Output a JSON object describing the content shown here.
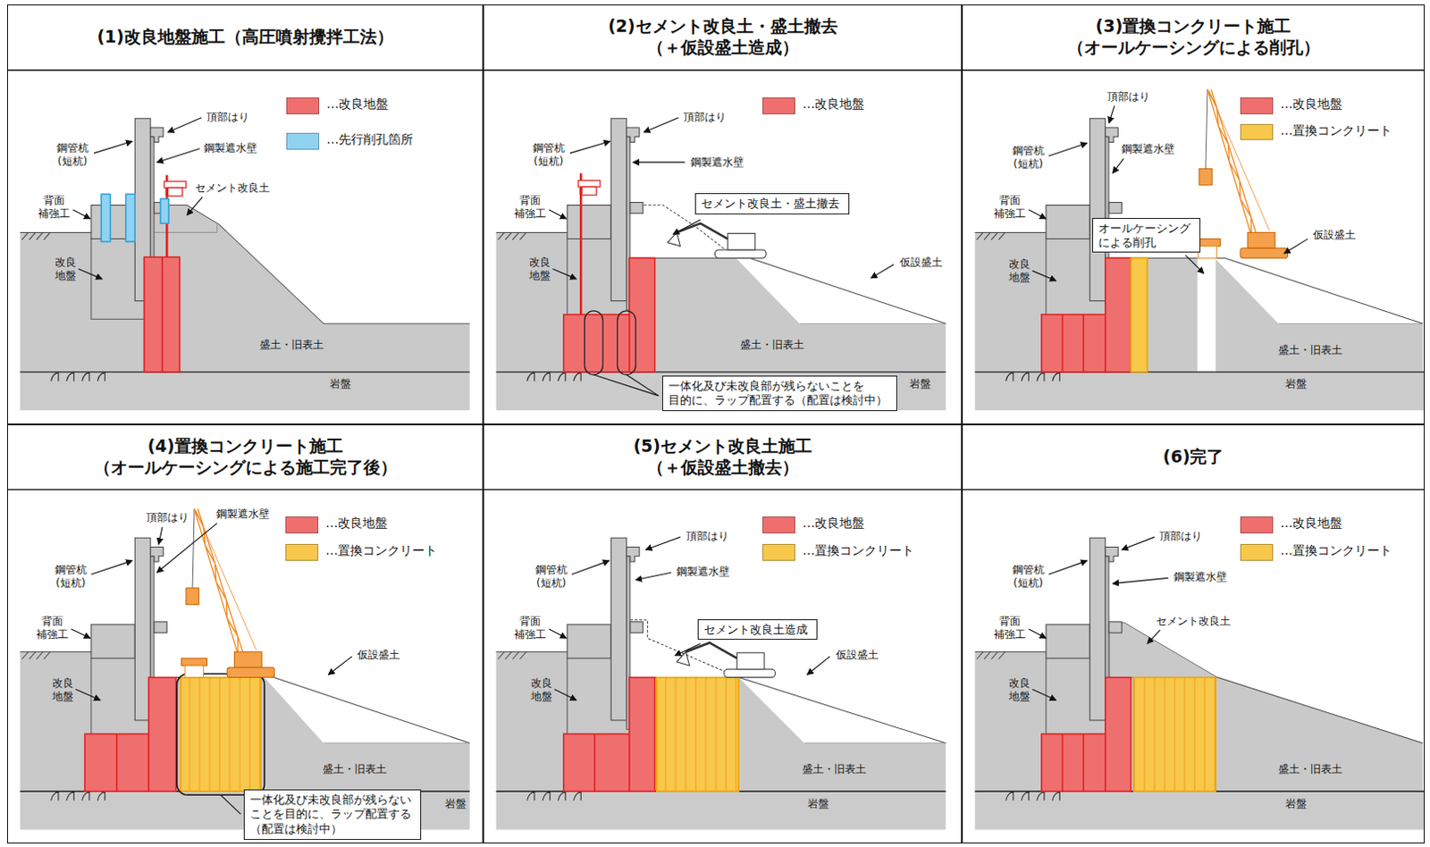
{
  "diagram": {
    "nodes": [
      {
        "text": [
          "(1)改良地盤施工（高圧噴射攪拌工法）"
        ]
      },
      {
        "text": [
          "(2)セメント改良土・盛土撤去 （＋仮設盛土造成）"
        ]
      },
      {
        "text": [
          "セメント改良土・盛土撤去"
        ],
        "in": 1
      },
      {
        "text": [
          "一体化及び未改良部が残らないことを 目的に、ラップ配置する（配置は検討中）"
        ],
        "in": 1
      },
      {
        "text": [
          "(3)置換コンクリート施工 （オールケーシングによる削孔）"
        ]
      },
      {
        "text": [
          "オールケーシング による削孔"
        ],
        "in": 4
      },
      {
        "text": [
          "(4)置換コンクリート施工 （オールケーシングによる施工完了後）"
        ]
      },
      {
        "text": [
          "一体化及び未改良部が残らない ことを目的に、ラップ配置する （配置は検討中）"
        ],
        "in": 6
      },
      {
        "text": [
          "(5)セメント改良土施工 （＋仮設盛土撤去）"
        ]
      },
      {
        "text": [
          "セメント改良土造成"
        ],
        "in": 8
      },
      {
        "text": [
          "(6)完了"
        ]
      }
    ],
    "labels": [
      "頂部はり",
      "鋼製遮水壁",
      "鋼管杭 (短杭)",
      "セメント改良土",
      "背面 補強工",
      "改良 地盤",
      "盛土・旧表土",
      "岩盤",
      "頂部はり",
      "鋼管杭 (短杭)",
      "鋼製遮水壁",
      "背面 補強工",
      "改良 地盤",
      "仮設盛土",
      "盛土・旧表土",
      "岩盤",
      "頂部はり",
      "鋼管杭 (短杭)",
      "鋼製遮水壁",
      "背面 補強工",
      "改良 地盤",
      "仮設盛土",
      "盛土・旧表土",
      "岩盤",
      "頂部はり",
      "鋼製遮水壁",
      "鋼管杭 (短杭)",
      "背面 補強工",
      "改良 地盤",
      "仮設盛土",
      "盛土・旧表土",
      "岩盤",
      "頂部はり",
      "鋼管杭 (短杭)",
      "鋼製遮水壁",
      "背面 補強工",
      "改良 地盤",
      "仮設盛土",
      "盛土・旧表土",
      "岩盤",
      "頂部はり",
      "鋼管杭 (短杭)",
      "鋼製遮水壁",
      "セメント改良土",
      "背面 補強工",
      "改良 地盤",
      "盛土・旧表土",
      "岩盤"
    ],
    "legend": [
      {
        "text": "…改良地盤",
        "color": "#ef6f6f"
      },
      {
        "text": "…先行削孔箇所",
        "color": "#8fd3f0"
      },
      {
        "text": "…改良地盤",
        "color": "#ef6f6f"
      },
      {
        "text": "…改良地盤",
        "color": "#ef6f6f"
      },
      {
        "text": "…置換コンクリート",
        "color": "#f8c84b"
      },
      {
        "text": "…改良地盤",
        "color": "#ef6f6f"
      },
      {
        "text": "…置換コンクリート",
        "color": "#f8c84b"
      },
      {
        "text": "…改良地盤",
        "color": "#ef6f6f"
      },
      {
        "text": "…置換コンクリート",
        "color": "#f8c84b"
      },
      {
        "text": "…改良地盤",
        "color": "#ef6f6f"
      },
      {
        "text": "…置換コンクリート",
        "color": "#f8c84b"
      }
    ]
  }
}
